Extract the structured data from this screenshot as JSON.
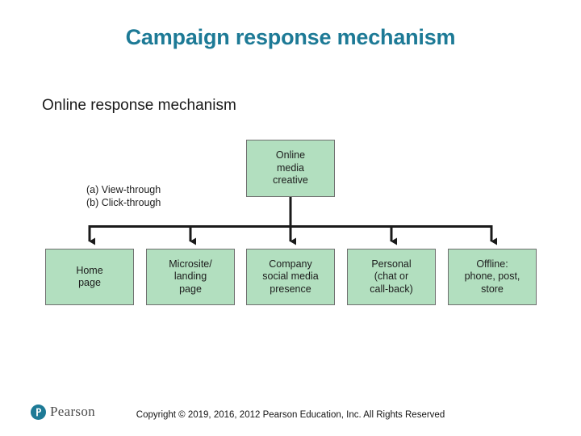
{
  "slide": {
    "title": "Campaign response mechanism",
    "subtitle": "Online response mechanism",
    "title_color": "#1d7a96",
    "background_color": "#ffffff"
  },
  "diagram": {
    "type": "flowchart",
    "node_fill_color": "#b2dfbf",
    "node_border_color": "#6f6f6f",
    "connector_color": "#1a1a1a",
    "annotation": {
      "lines": [
        "(a) View-through",
        "(b) Click-through"
      ]
    },
    "root": {
      "id": "online-media-creative",
      "lines": [
        "Online",
        "media",
        "creative"
      ]
    },
    "leaves": [
      {
        "id": "home-page",
        "lines": [
          "Home",
          "page"
        ]
      },
      {
        "id": "microsite-landing",
        "lines": [
          "Microsite/",
          "landing",
          "page"
        ]
      },
      {
        "id": "company-social",
        "lines": [
          "Company",
          "social media",
          "presence"
        ]
      },
      {
        "id": "personal-chat",
        "lines": [
          "Personal",
          "(chat or",
          "call-back)"
        ]
      },
      {
        "id": "offline-channels",
        "lines": [
          "Offline:",
          "phone, post,",
          "store"
        ]
      }
    ]
  },
  "footer": {
    "copyright": "Copyright © 2019, 2016, 2012 Pearson Education, Inc. All Rights Reserved",
    "logo_text": "Pearson",
    "logo_mark_letter": "P",
    "logo_color": "#1d7a96"
  }
}
